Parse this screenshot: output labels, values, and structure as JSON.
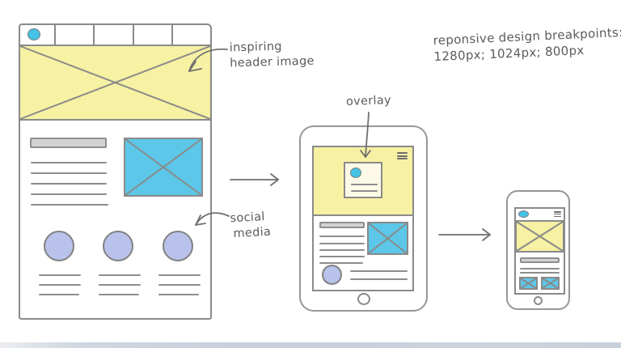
{
  "notes": {
    "breakpoints": {
      "line1": "reponsive design breakpoints:",
      "line2": "1280px; 1024px; 800px"
    },
    "header_image": {
      "line1": "inspiring",
      "line2": "header image"
    },
    "overlay": {
      "label": "overlay"
    },
    "social": {
      "line1": "social",
      "line2": "media"
    }
  },
  "colors": {
    "sketch_stroke": "#8a8a8a",
    "arrow_stroke": "#6f6f6f",
    "note_text": "#5b5b5b",
    "header_yellow": "#f6f1a3",
    "image_cyan": "#5cc7e8",
    "logo_cyan": "#45c2e5",
    "social_lavender": "#b9c2ea",
    "heading_gray": "#d2d2d2",
    "overlay_cream": "#fcfae6",
    "bottom_band_bluegray": "#c7d0da"
  },
  "icons": {
    "logo": "filled cyan circle",
    "hamburger": "three stacked bars",
    "image_placeholder": "crossed box",
    "avatar": "filled lavender circle",
    "home_button": "outlined circle"
  }
}
